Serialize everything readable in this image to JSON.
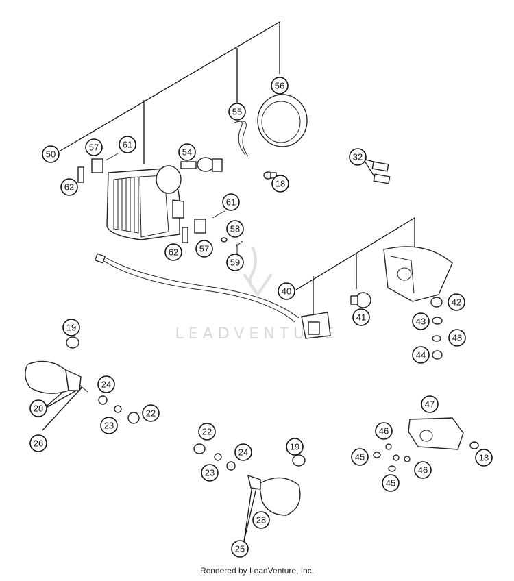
{
  "watermark": {
    "text": "LEADVENTURE"
  },
  "footer": {
    "text": "Rendered by LeadVenture, Inc."
  },
  "callouts": [
    "50",
    "57",
    "61",
    "54",
    "55",
    "56",
    "62",
    "18",
    "32",
    "61",
    "58",
    "62",
    "57",
    "59",
    "40",
    "41",
    "42",
    "43",
    "48",
    "44",
    "19",
    "24",
    "28",
    "23",
    "22",
    "26",
    "47",
    "22",
    "24",
    "19",
    "46",
    "45",
    "18",
    "23",
    "46",
    "45",
    "28",
    "25"
  ]
}
